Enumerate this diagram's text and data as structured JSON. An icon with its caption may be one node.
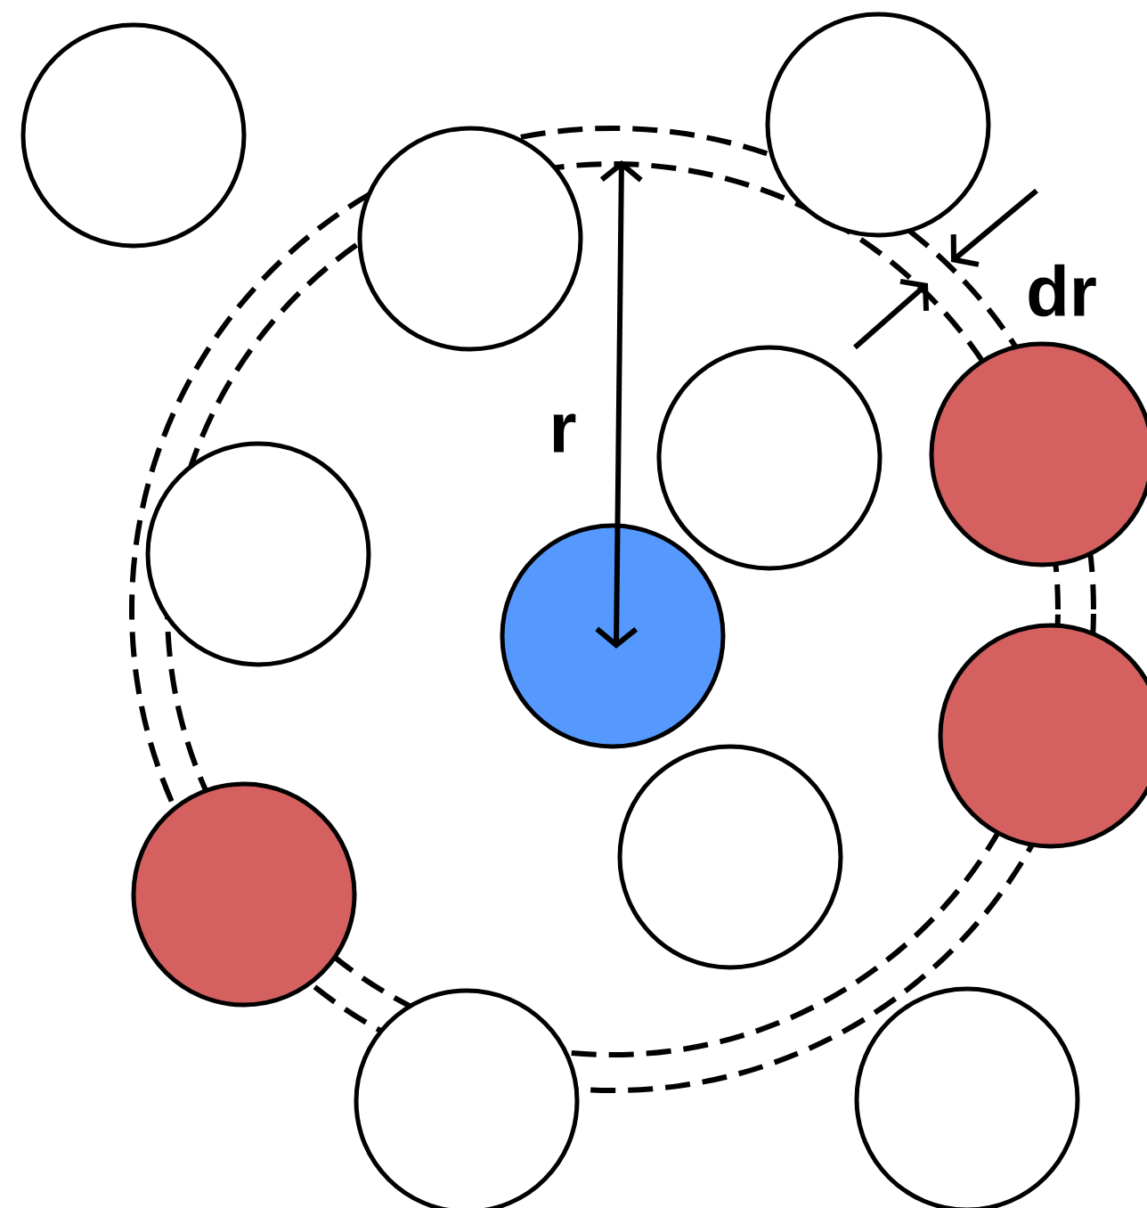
{
  "diagram": {
    "nodes": [
      {
        "text": [],
        "shape": "circle"
      },
      {
        "text": [],
        "shape": "circle"
      },
      {
        "text": [],
        "shape": "circle"
      },
      {
        "text": [],
        "shape": "circle"
      },
      {
        "text": [],
        "shape": "circle"
      },
      {
        "text": [],
        "shape": "circle"
      },
      {
        "text": [],
        "shape": "circle"
      },
      {
        "text": [],
        "shape": "circle"
      },
      {
        "text": [],
        "shape": "circle"
      },
      {
        "text": [],
        "shape": "circle"
      },
      {
        "text": [],
        "shape": "circle"
      },
      {
        "text": [],
        "shape": "circle"
      }
    ],
    "labels": [
      "r",
      "dr"
    ]
  }
}
